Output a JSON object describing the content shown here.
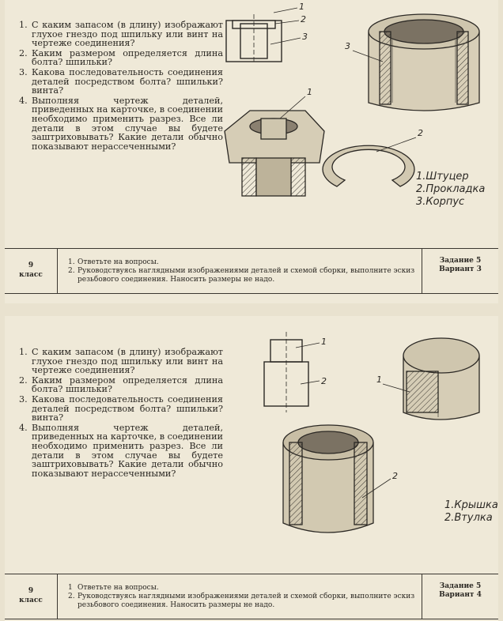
{
  "cards": [
    {
      "questions": [
        {
          "num": "1.",
          "text": "С каким запасом (в длину) изображают глухое гнездо под шпильку или винт на чертеже соединения?"
        },
        {
          "num": "2.",
          "text": "Каким размером определяется длина болта? шпильки?"
        },
        {
          "num": "3.",
          "text": "Какова последовательность соединения деталей посредством болта? шпильки? винта?"
        },
        {
          "num": "4.",
          "text": "Выполняя чертеж деталей, приведенных на карточке, в соединении необходимо применить разрез. Все ли детали в этом случае вы будете заштриховывать? Какие детали обычно показывают нерассеченными?"
        }
      ],
      "callouts": [
        "1",
        "2",
        "3"
      ],
      "legend": [
        "1.Штуцер",
        "2.Прокладка",
        "3.Корпус"
      ],
      "footer": {
        "grade_number": "9",
        "grade_word": "класс",
        "tasks": [
          {
            "num": "1.",
            "text": "Ответьте на вопросы."
          },
          {
            "num": "2.",
            "text": "Руководствуясь наглядными изображениями деталей и схемой сборки, выполните эскиз резьбового соединения. Наносить размеры не надо."
          }
        ],
        "assignment": "Задание 5",
        "variant": "Вариант 3"
      }
    },
    {
      "questions": [
        {
          "num": "1.",
          "text": "С каким запасом (в длину) изображают глухое гнездо под шпильку или винт на чертеже соединения?"
        },
        {
          "num": "2.",
          "text": "Каким размером определяется длина болта? шпильки?"
        },
        {
          "num": "3.",
          "text": "Какова последовательность соединения деталей посредством болта? шпильки? винта?"
        },
        {
          "num": "4.",
          "text": "Выполняя чертеж деталей, приведенных на карточке, в соединении необходимо применить разрез. Все ли детали в этом случае вы будете заштриховывать? Какие детали обычно показывают нерассеченными?"
        }
      ],
      "callouts": [
        "1",
        "2"
      ],
      "legend": [
        "1.Крышка",
        "2.Втулка"
      ],
      "footer": {
        "grade_number": "9",
        "grade_word": "класс",
        "tasks": [
          {
            "num": "1",
            "text": "Ответьте на вопросы."
          },
          {
            "num": "2.",
            "text": "Руководствуясь наглядными изображениями деталей и схемой сборки, выполните эскиз резьбового соединения. Наносить размеры не надо."
          }
        ],
        "assignment": "Задание 5",
        "variant": "Вариант 4"
      }
    }
  ]
}
